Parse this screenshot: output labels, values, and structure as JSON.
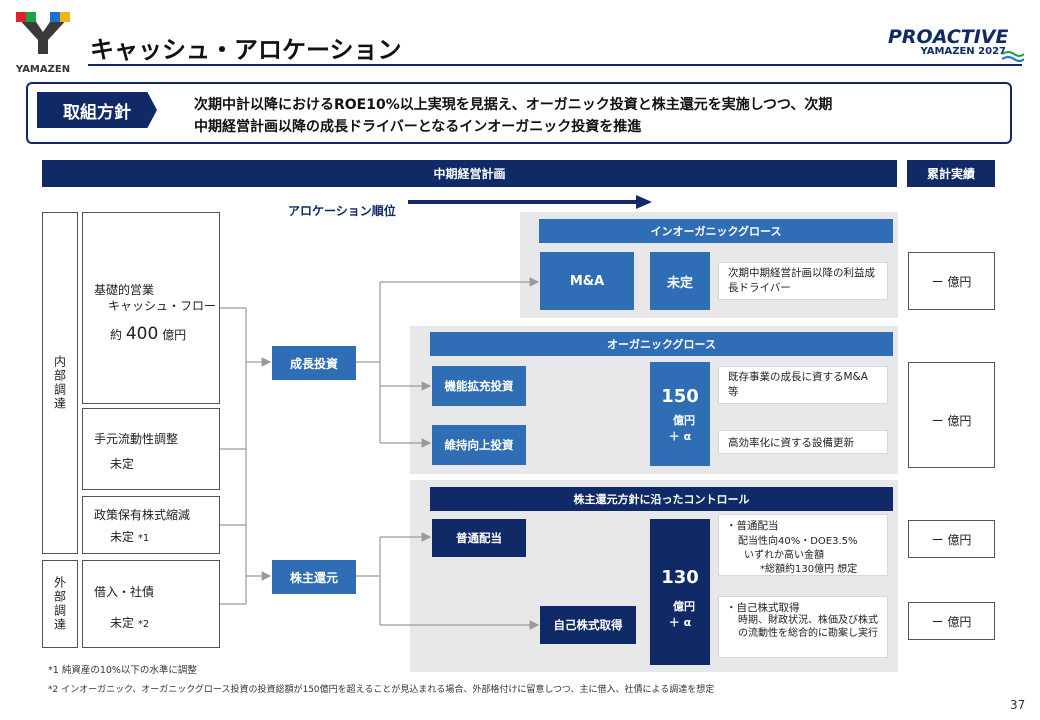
{
  "header": {
    "company": "YAMAZEN",
    "title": "キャッシュ・アロケーション",
    "brand_main": "PROACTIVE",
    "brand_sub": "YAMAZEN 2027"
  },
  "policy": {
    "label": "取組方針",
    "line1": "次期中計以降におけるROE10%以上実現を見据え、オーガニック投資と株主還元を実施しつつ、次期",
    "line2": "中期経営計画以降の成長ドライバーとなるインオーガニック投資を推進"
  },
  "columns": {
    "plan": "中期経営計画",
    "result": "累計実績"
  },
  "allocation_order": "アロケーション順位",
  "sources": {
    "internal_label": "内部調達",
    "external_label": "外部調達",
    "operating_cf_line1": "基礎的営業",
    "operating_cf_line2": "キャッシュ・フロー",
    "operating_cf_prefix": "約",
    "operating_cf_value": "400",
    "operating_cf_unit": "億円",
    "liquidity_label": "手元流動性調整",
    "liquidity_value": "未定",
    "shares_label": "政策保有株式縮減",
    "shares_value": "未定",
    "shares_note": "*1",
    "debt_label": "借入・社債",
    "debt_value": "未定",
    "debt_note": "*2"
  },
  "uses": {
    "growth": "成長投資",
    "shareholder": "株主還元"
  },
  "inorganic": {
    "title": "インオーガニックグロース",
    "ma": "M&A",
    "amount": "未定",
    "desc": "次期中期経営計画以降の利益成長ドライバー"
  },
  "organic": {
    "title": "オーガニックグロース",
    "expansion": "機能拡充投資",
    "maintenance": "維持向上投資",
    "amount_value": "150",
    "amount_unit": "億円",
    "amount_plus": "＋ α",
    "desc1": "既存事業の成長に資するM&A等",
    "desc2": "高効率化に資する設備更新"
  },
  "return": {
    "title": "株主還元方針に沿ったコントロール",
    "dividend": "普通配当",
    "buyback": "自己株式取得",
    "amount_value": "130",
    "amount_unit": "億円",
    "amount_plus": "＋ α",
    "div_desc1": "・普通配当",
    "div_desc2": "配当性向40%・DOE3.5%",
    "div_desc3": "いずれか高い金額",
    "div_desc4": "*総額約130億円 想定",
    "bb_desc1": "・自己株式取得",
    "bb_desc2": "時期、財政状況、株価及び株式の流動性を総合的に勘案し実行"
  },
  "results": {
    "r1": "ー 億円",
    "r2": "ー 億円",
    "r3": "ー 億円",
    "r4": "ー 億円"
  },
  "footnotes": {
    "n1": "*1 純資産の10%以下の水準に調整",
    "n2": "*2 インオーガニック、オーガニックグロース投資の投資総額が150億円を超えることが見込まれる場合、外部格付けに留意しつつ、主に借入、社債による調達を想定"
  },
  "page_number": "37",
  "colors": {
    "navy": "#0f2a66",
    "blue": "#2f6db5",
    "panel": "#e8e8ea"
  }
}
